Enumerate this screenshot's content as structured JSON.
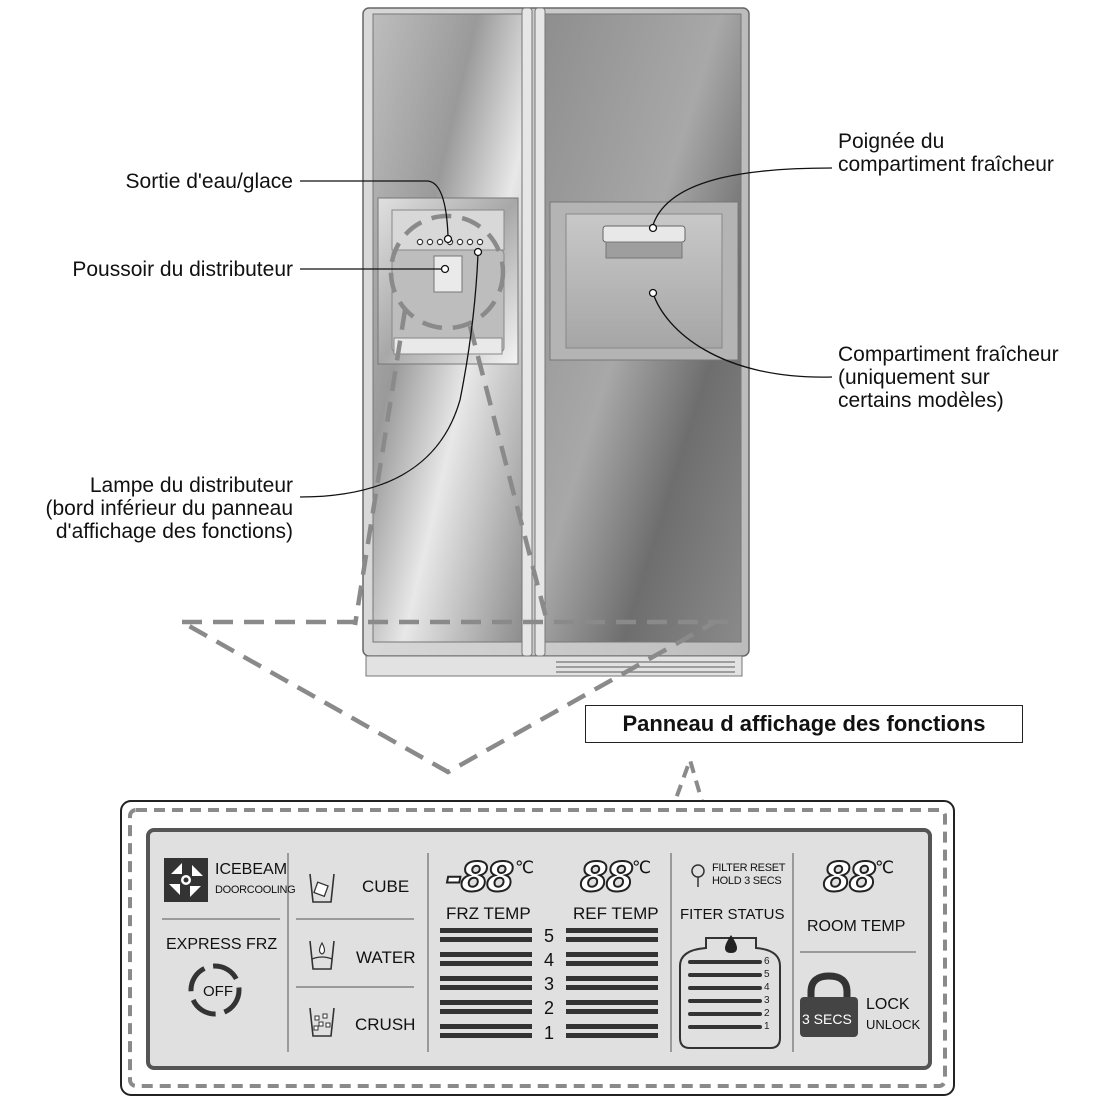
{
  "labels": {
    "water_ice_outlet": "Sortie d'eau/glace",
    "dispenser_lever": "Poussoir du distributeur",
    "dispenser_lamp": [
      "Lampe du distributeur",
      "(bord inférieur du panneau",
      "d'affichage des fonctions)"
    ],
    "fresh_handle": [
      "Poignée du",
      "compartiment fraîcheur"
    ],
    "fresh_compartment": [
      "Compartiment fraîcheur",
      "(uniquement sur",
      "certains modèles)"
    ]
  },
  "panel_title": "Panneau d affichage des fonctions",
  "panel": {
    "icebeam": "ICEBEAM",
    "doorcooling": "DOORCOOLING",
    "express_frz": "EXPRESS FRZ",
    "off": "OFF",
    "cube": "CUBE",
    "water": "WATER",
    "crush": "CRUSH",
    "frz_display": "-88",
    "frz_temp": "FRZ TEMP",
    "ref_display": "88",
    "ref_temp": "REF TEMP",
    "degree": "℃",
    "levels": [
      "5",
      "4",
      "3",
      "2",
      "1"
    ],
    "filter_reset": "FILTER RESET",
    "hold_3_secs": "HOLD 3 SECS",
    "filter_status": "FITER STATUS",
    "filter_levels": [
      "6",
      "5",
      "4",
      "3",
      "2",
      "1"
    ],
    "room_display": "88",
    "room_temp": "ROOM TEMP",
    "three_secs": "3 SECS",
    "lock": "LOCK",
    "unlock": "UNLOCK"
  }
}
